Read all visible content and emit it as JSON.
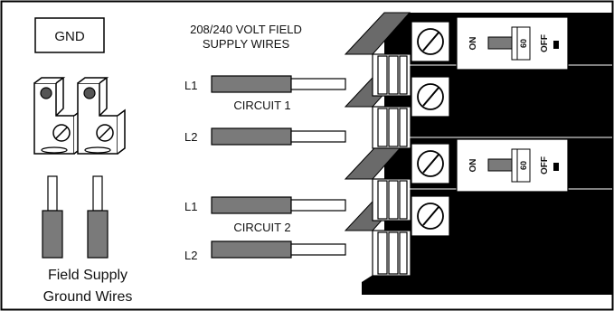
{
  "labels": {
    "gnd": "GND",
    "supply_title_line1": "208/240 VOLT FIELD",
    "supply_title_line2": "SUPPLY WIRES",
    "circuit1": "CIRCUIT 1",
    "circuit2": "CIRCUIT 2",
    "l1": "L1",
    "l2": "L2",
    "ground_line1": "Field Supply",
    "ground_line2": "Ground Wires"
  },
  "breakers": [
    {
      "on": "ON",
      "rating": "60",
      "off": "OFF"
    },
    {
      "on": "ON",
      "rating": "60",
      "off": "OFF"
    }
  ],
  "colors": {
    "wire_fill": "#7a7a7a",
    "panel_fill": "#000000",
    "line": "#000000",
    "background": "#ffffff"
  }
}
